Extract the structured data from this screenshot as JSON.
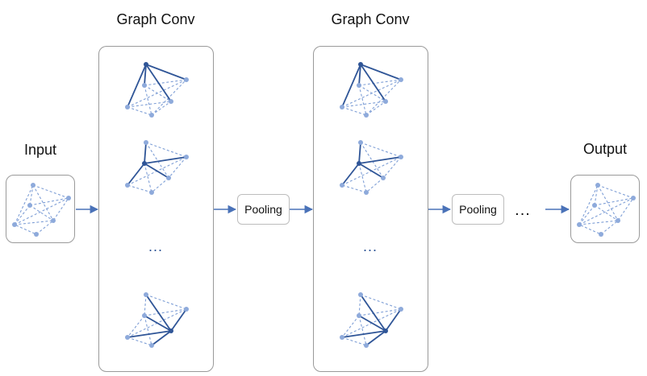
{
  "labels": {
    "input": "Input",
    "output": "Output",
    "graph_conv_1": "Graph Conv",
    "graph_conv_2": "Graph Conv"
  },
  "pooling": {
    "first": "Pooling",
    "second": "Pooling"
  },
  "ellipsis": {
    "conv1_vertical": "...",
    "conv2_vertical": "...",
    "between": "..."
  },
  "colors": {
    "dark_edge": "#2f5597",
    "light_edge": "#7f9fd6",
    "node_light": "#8eaadb",
    "arrow": "#4a72b8"
  }
}
